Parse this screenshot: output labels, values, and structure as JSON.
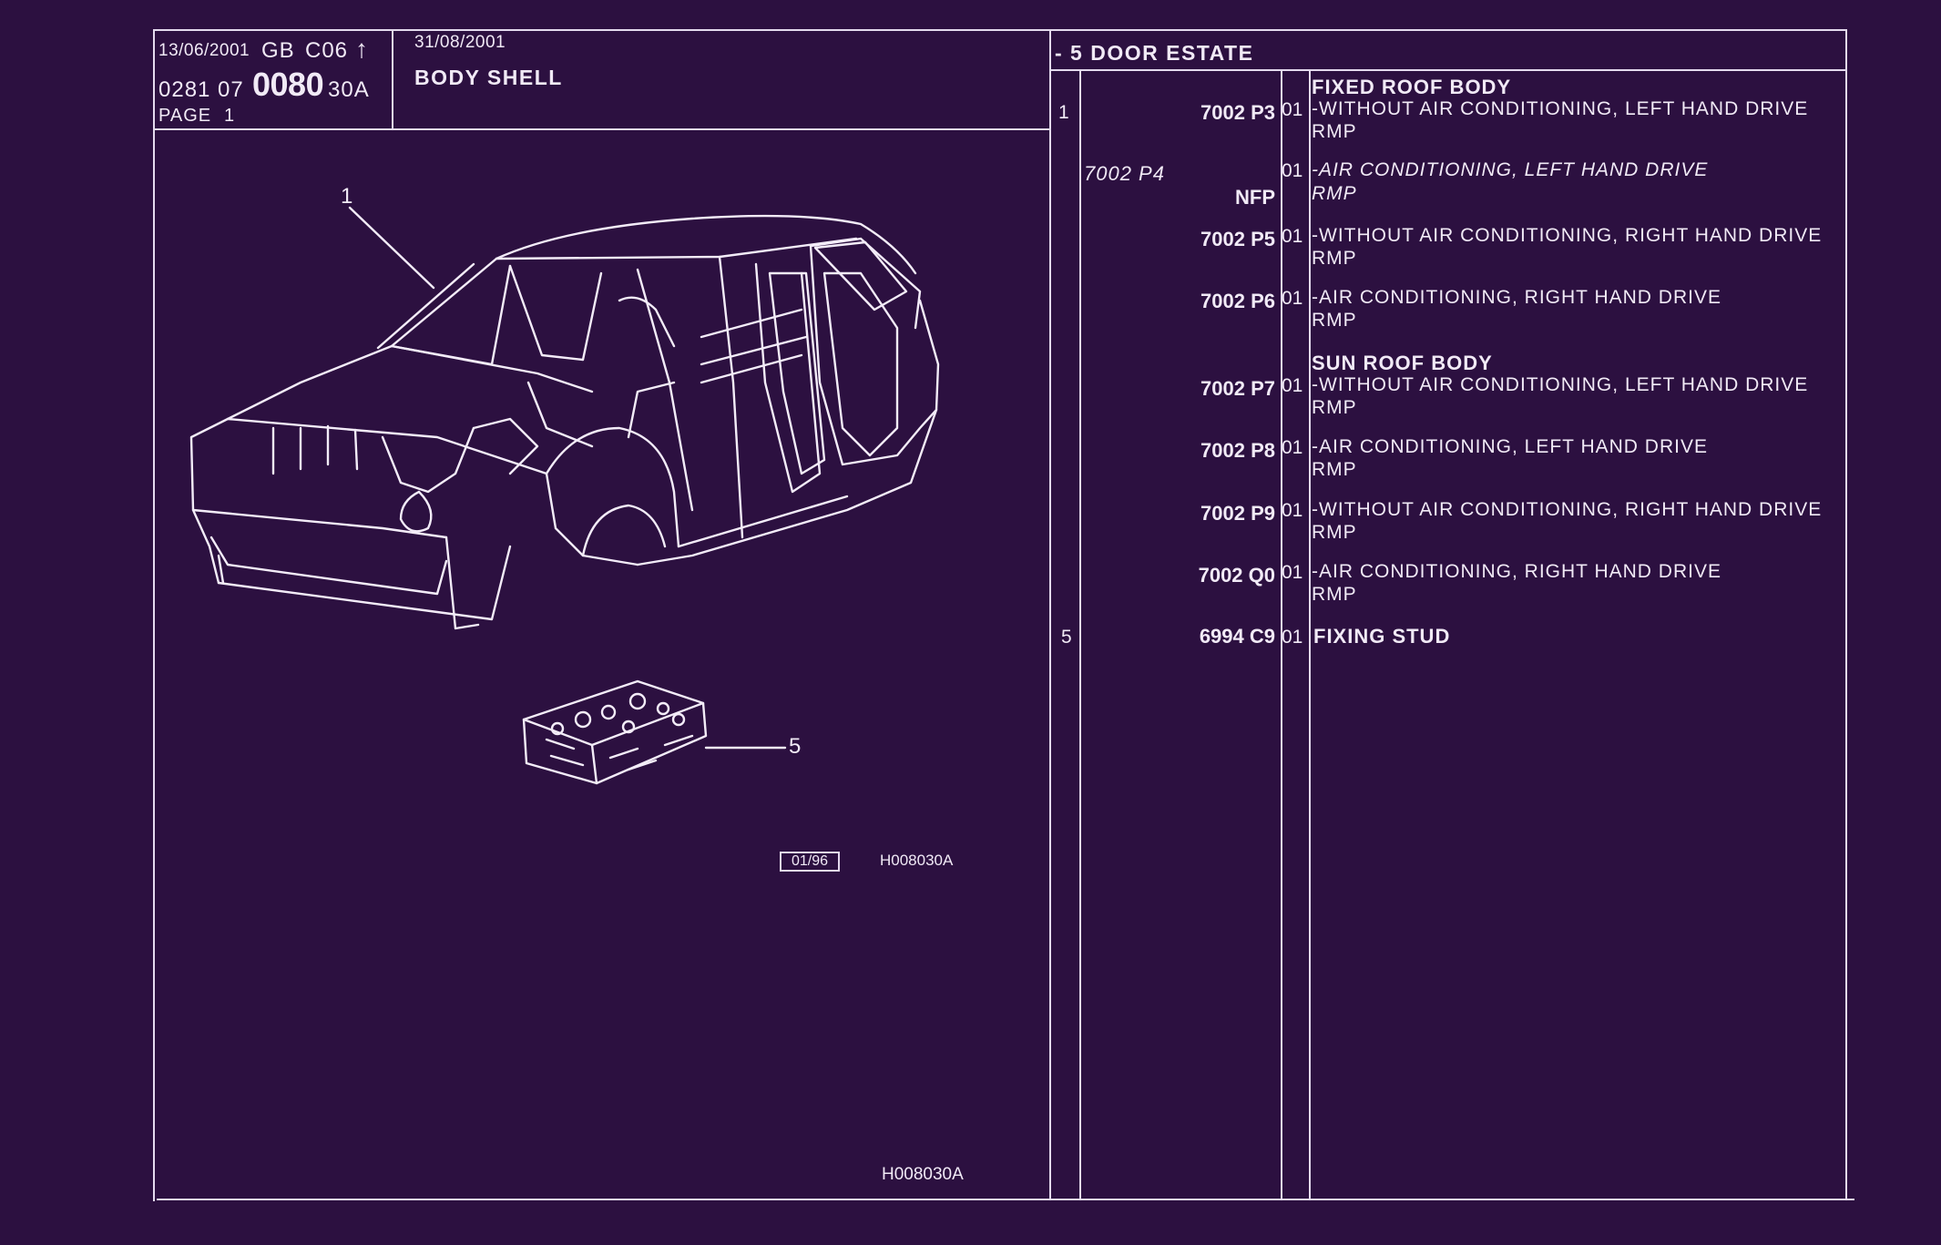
{
  "header": {
    "print_date": "13/06/2001",
    "lang": "GB",
    "code": "C06",
    "arrow": "↑",
    "catalog_prefix": "0281 07",
    "plate_number": "0080",
    "plate_suffix": "30A",
    "page_label": "PAGE",
    "page_number": "1",
    "edition_date": "31/08/2001",
    "section_title": "BODY SHELL",
    "variant": "- 5 DOOR ESTATE"
  },
  "illustration": {
    "callout_1": "1",
    "callout_5": "5",
    "date_box": "01/96",
    "ref_code": "H008030A",
    "footer_ref": "H008030A"
  },
  "parts": [
    {
      "item": "1",
      "ref": "7002 P3",
      "qty": "01",
      "heading": "FIXED ROOF BODY",
      "desc": "-WITHOUT AIR CONDITIONING, LEFT HAND DRIVE",
      "note": "RMP"
    },
    {
      "item": "",
      "ref_italic": "7002 P4",
      "ref": "NFP",
      "qty": "01",
      "desc": "-AIR CONDITIONING, LEFT HAND DRIVE",
      "note": "RMP"
    },
    {
      "item": "",
      "ref": "7002 P5",
      "qty": "01",
      "desc": "-WITHOUT AIR CONDITIONING, RIGHT HAND DRIVE",
      "note": "RMP"
    },
    {
      "item": "",
      "ref": "7002 P6",
      "qty": "01",
      "desc": "-AIR CONDITIONING, RIGHT HAND DRIVE",
      "note": "RMP"
    },
    {
      "item": "",
      "ref": "7002 P7",
      "qty": "01",
      "heading": "SUN ROOF BODY",
      "desc": "-WITHOUT AIR CONDITIONING, LEFT HAND DRIVE",
      "note": "RMP"
    },
    {
      "item": "",
      "ref": "7002 P8",
      "qty": "01",
      "desc": "-AIR CONDITIONING, LEFT HAND DRIVE",
      "note": "RMP"
    },
    {
      "item": "",
      "ref": "7002 P9",
      "qty": "01",
      "desc": "-WITHOUT AIR CONDITIONING, RIGHT HAND DRIVE",
      "note": "RMP"
    },
    {
      "item": "",
      "ref": "7002 Q0",
      "qty": "01",
      "desc": "-AIR CONDITIONING, RIGHT HAND DRIVE",
      "note": "RMP"
    },
    {
      "item": "5",
      "ref": "6994 C9",
      "qty": "01",
      "desc": "FIXING STUD"
    }
  ]
}
